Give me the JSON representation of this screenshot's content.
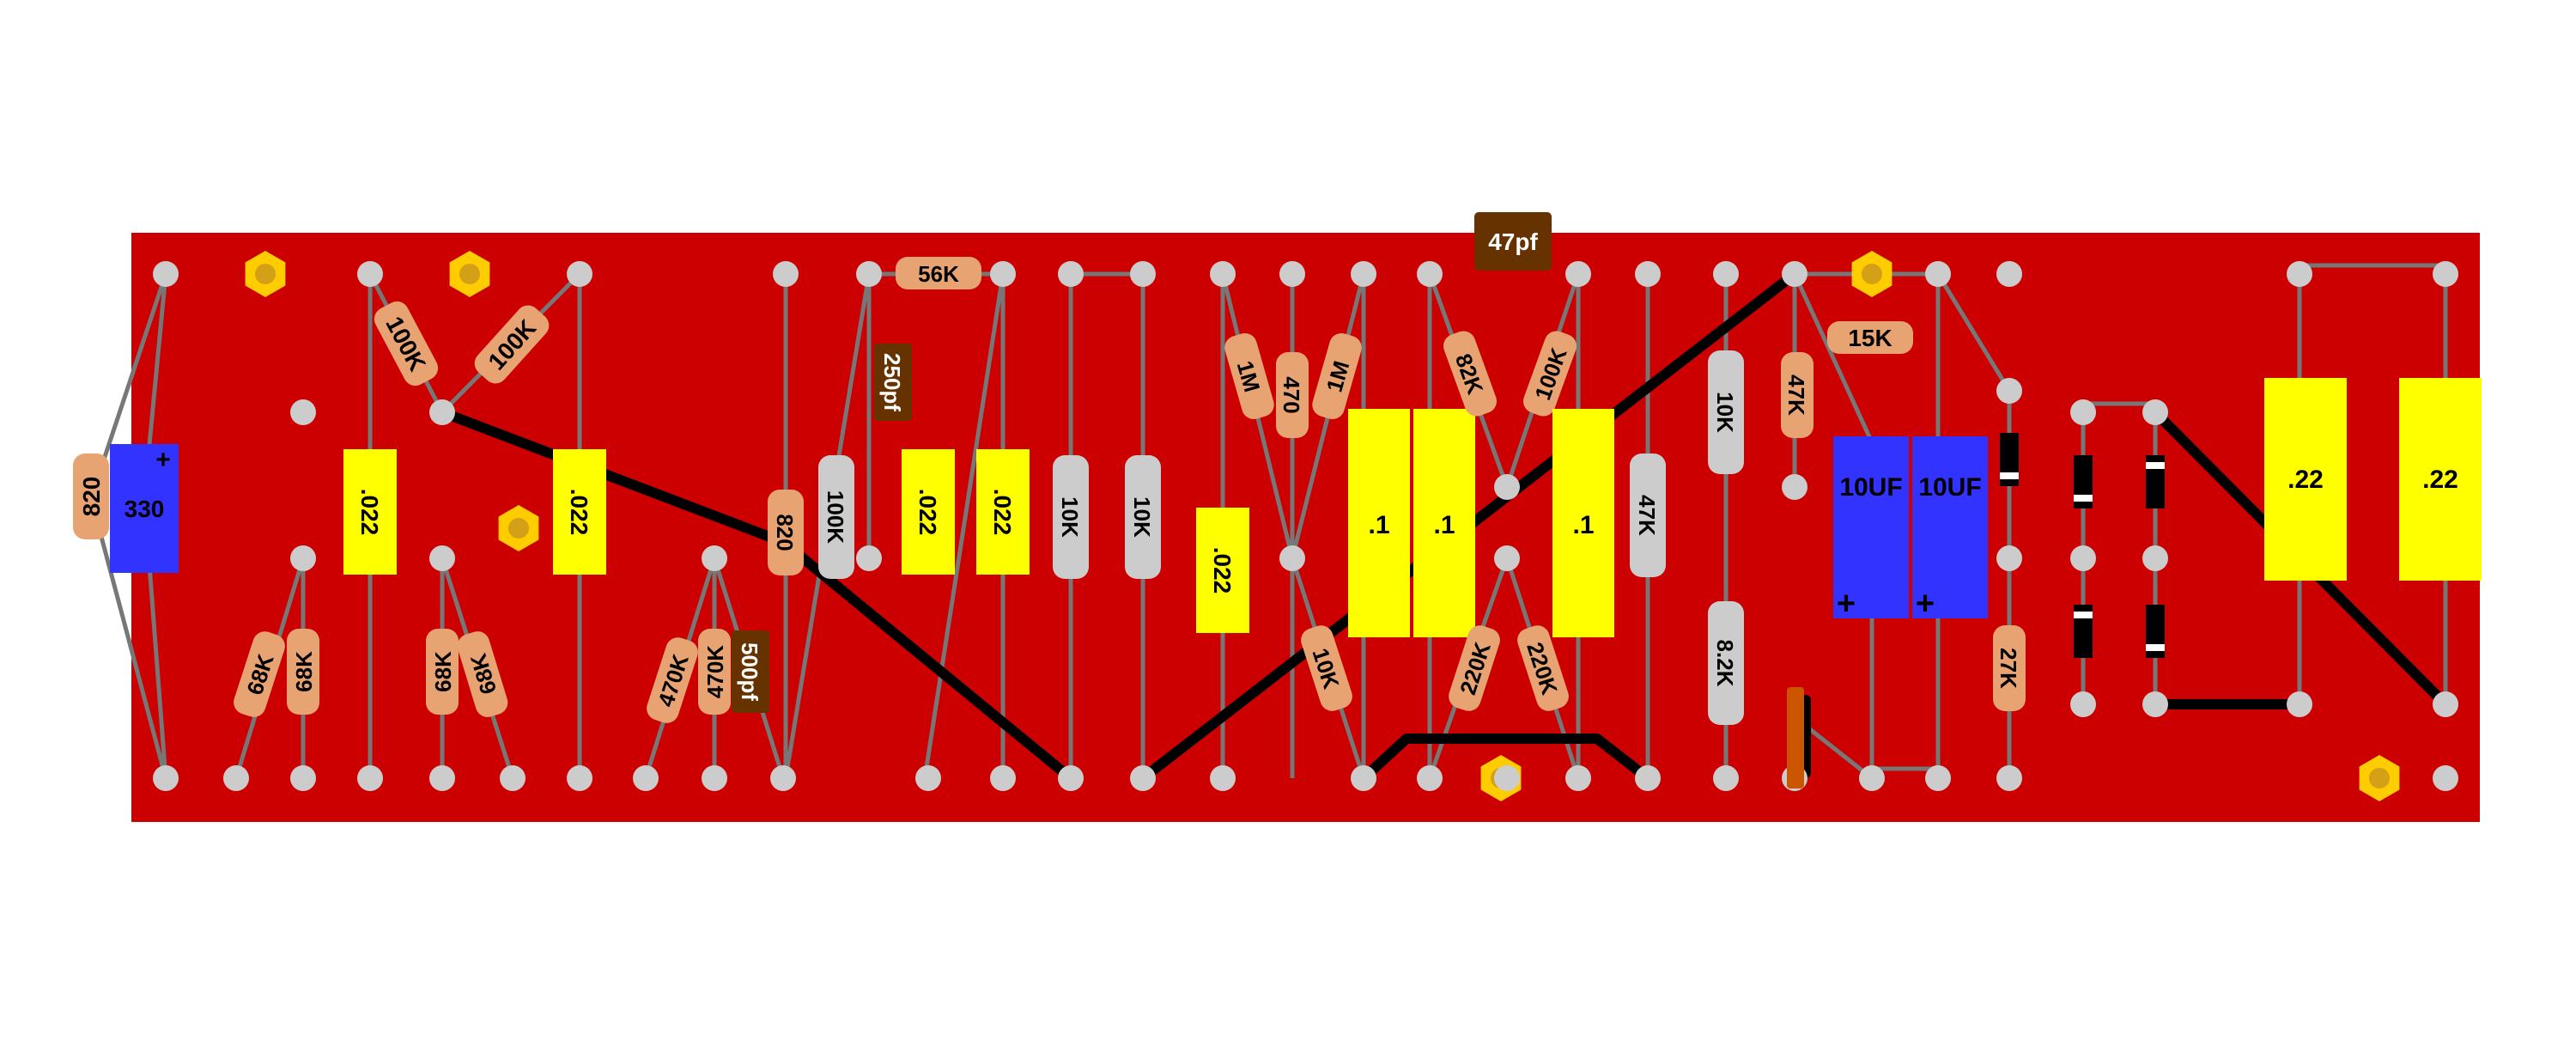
{
  "colors": {
    "board": "#cc0000",
    "pad": "#cccccc",
    "wire_lead": "#777777",
    "jumper": "#000000",
    "resistor": "#e8a373",
    "film_cap": "#ffff00",
    "electrolytic": "#3333ff",
    "ceramic": "#663300",
    "trimmer": "#cccccc",
    "mount_hole": "#ffcc00",
    "diode": "#000000",
    "axial": "#cc5500"
  },
  "components": [
    {
      "id": "r1",
      "kind": "resistor",
      "label": "820"
    },
    {
      "id": "c1",
      "kind": "electrolytic",
      "label": "330",
      "polarity": "+"
    },
    {
      "id": "r2",
      "kind": "resistor",
      "label": "100K"
    },
    {
      "id": "r3",
      "kind": "resistor",
      "label": "100K"
    },
    {
      "id": "c2",
      "kind": "film_cap",
      "label": ".022"
    },
    {
      "id": "c3",
      "kind": "film_cap",
      "label": ".022"
    },
    {
      "id": "r4",
      "kind": "resistor",
      "label": "68K"
    },
    {
      "id": "r5",
      "kind": "resistor",
      "label": "68K"
    },
    {
      "id": "r6",
      "kind": "resistor",
      "label": "68K"
    },
    {
      "id": "r7",
      "kind": "resistor",
      "label": "68K"
    },
    {
      "id": "r8",
      "kind": "resistor",
      "label": "470K"
    },
    {
      "id": "r9",
      "kind": "resistor",
      "label": "470K"
    },
    {
      "id": "c4",
      "kind": "ceramic",
      "label": "500pf"
    },
    {
      "id": "r10",
      "kind": "resistor",
      "label": "820"
    },
    {
      "id": "r11",
      "kind": "trimmer",
      "label": "100K"
    },
    {
      "id": "r12",
      "kind": "resistor",
      "label": "56K"
    },
    {
      "id": "c5",
      "kind": "ceramic",
      "label": "250pf"
    },
    {
      "id": "c6",
      "kind": "film_cap",
      "label": ".022"
    },
    {
      "id": "c7",
      "kind": "film_cap",
      "label": ".022"
    },
    {
      "id": "r13",
      "kind": "trimmer",
      "label": "10K"
    },
    {
      "id": "r14",
      "kind": "trimmer",
      "label": "10K"
    },
    {
      "id": "c8",
      "kind": "film_cap",
      "label": ".022"
    },
    {
      "id": "r15",
      "kind": "resistor",
      "label": "1M"
    },
    {
      "id": "r16",
      "kind": "resistor",
      "label": "470"
    },
    {
      "id": "r17",
      "kind": "resistor",
      "label": "1M"
    },
    {
      "id": "r18",
      "kind": "resistor",
      "label": "10K"
    },
    {
      "id": "c9",
      "kind": "film_cap",
      "label": ".1"
    },
    {
      "id": "c10",
      "kind": "film_cap",
      "label": ".1"
    },
    {
      "id": "c11",
      "kind": "ceramic",
      "label": "47pf"
    },
    {
      "id": "r19",
      "kind": "resistor",
      "label": "82K"
    },
    {
      "id": "r20",
      "kind": "resistor",
      "label": "100K"
    },
    {
      "id": "r21",
      "kind": "resistor",
      "label": "220K"
    },
    {
      "id": "r22",
      "kind": "resistor",
      "label": "220K"
    },
    {
      "id": "c12",
      "kind": "film_cap",
      "label": ".1"
    },
    {
      "id": "r23",
      "kind": "trimmer",
      "label": "47K"
    },
    {
      "id": "r24",
      "kind": "trimmer",
      "label": "10K"
    },
    {
      "id": "r25",
      "kind": "trimmer",
      "label": "8.2K"
    },
    {
      "id": "r26",
      "kind": "resistor",
      "label": "47K"
    },
    {
      "id": "r27",
      "kind": "resistor",
      "label": "15K"
    },
    {
      "id": "c13",
      "kind": "electrolytic",
      "label": "10UF",
      "polarity": "+"
    },
    {
      "id": "c14",
      "kind": "electrolytic",
      "label": "10UF",
      "polarity": "+"
    },
    {
      "id": "r28",
      "kind": "resistor",
      "label": "27K"
    },
    {
      "id": "c15",
      "kind": "film_cap",
      "label": ".22"
    },
    {
      "id": "c16",
      "kind": "film_cap",
      "label": ".22"
    }
  ]
}
